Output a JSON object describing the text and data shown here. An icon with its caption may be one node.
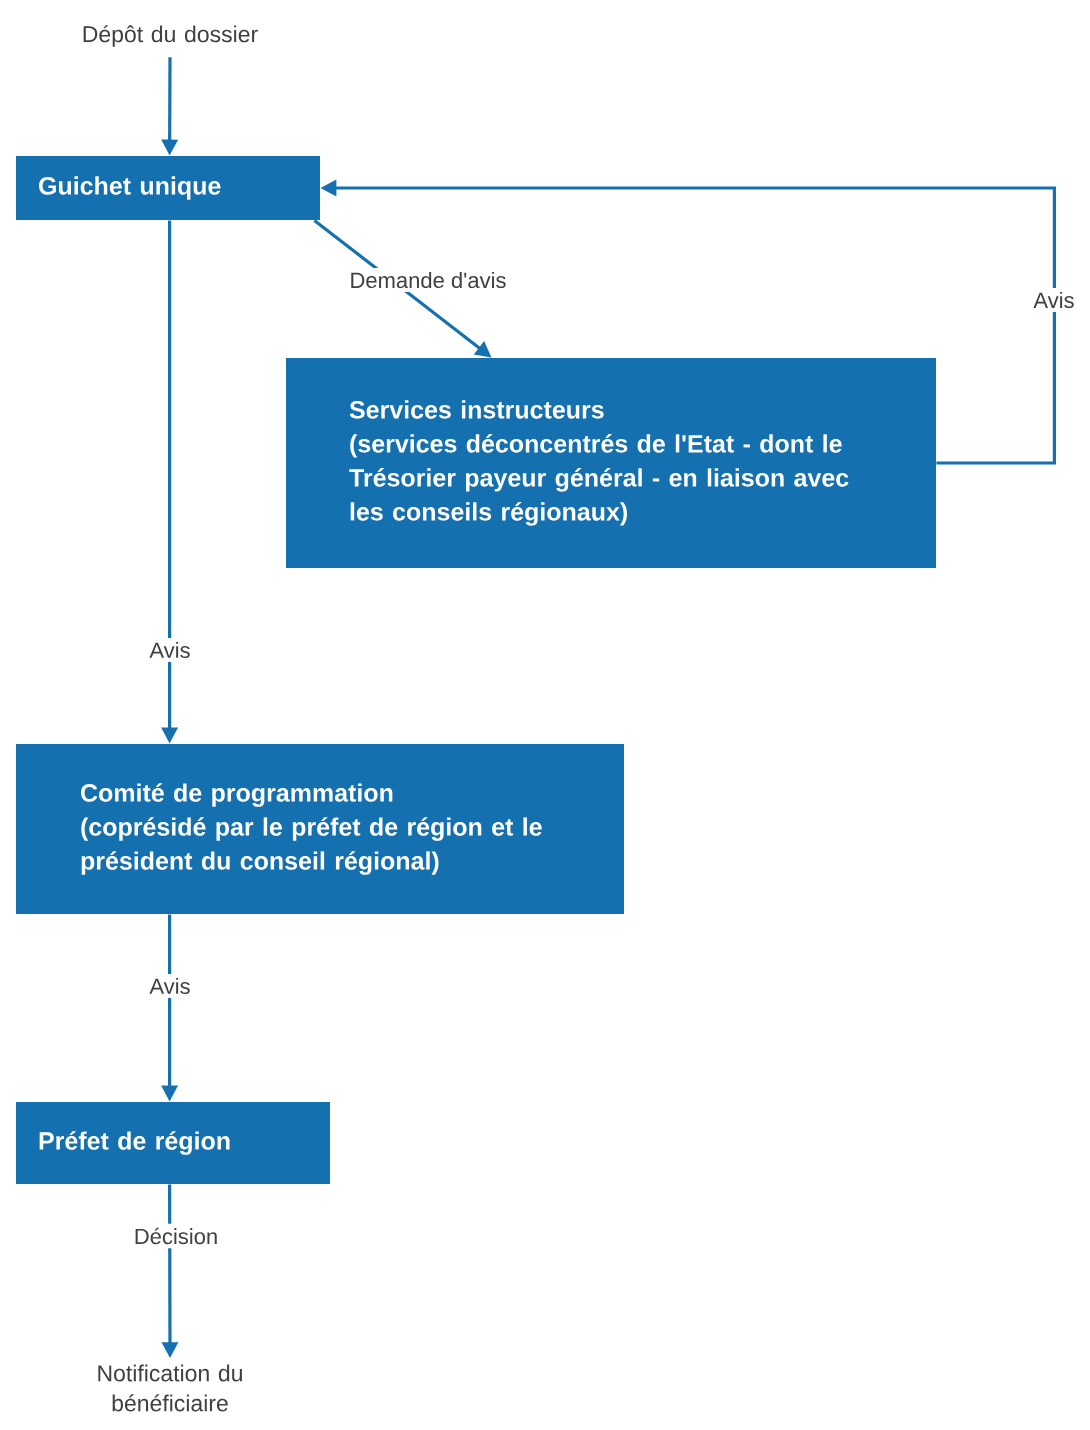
{
  "diagram": {
    "nodes": [
      {
        "text": [
          "Dépôt du dossier"
        ]
      },
      {
        "text": [
          "Guichet unique"
        ]
      },
      {
        "text": [
          "Services instructeurs",
          "(services déconcentrés de l'Etat - dont le Trésorier payeur général - en liaison avec les conseils régionaux)"
        ]
      },
      {
        "text": [
          "Comité de programmation",
          "(coprésidé par le préfet de région et le président du conseil régional)"
        ]
      },
      {
        "text": [
          "Préfet de région"
        ]
      },
      {
        "text": [
          "Notification du bénéficiaire"
        ]
      }
    ],
    "edges": [
      {
        "from": 0,
        "to": 1,
        "arrow": "to"
      },
      {
        "from": 1,
        "to": 2,
        "arrow": "to",
        "label": "Demande d'avis"
      },
      {
        "from": 2,
        "to": 1,
        "arrow": "to",
        "label": "Avis"
      },
      {
        "from": 1,
        "to": 3,
        "arrow": "to",
        "label": "Avis"
      },
      {
        "from": 3,
        "to": 4,
        "arrow": "to",
        "label": "Avis"
      },
      {
        "from": 4,
        "to": 5,
        "arrow": "to",
        "label": "Décision"
      }
    ]
  }
}
